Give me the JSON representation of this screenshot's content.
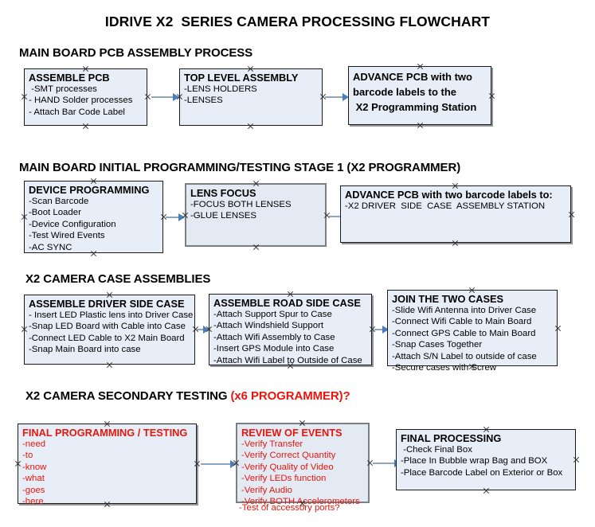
{
  "title": "IDRIVE X2  SERIES CAMERA PROCESSING FLOWCHART",
  "colors": {
    "node_fill": "#e8eef7",
    "node_border": "#1a1a1a",
    "arrow_shaft": "#8ca6be",
    "arrow_head": "#4a7ebb",
    "text": "#000000",
    "accent_red": "#e8160c"
  },
  "sections": [
    {
      "header": "MAIN BOARD PCB ASSEMBLY PROCESS",
      "header_accent": "",
      "nodes": [
        {
          "title": "ASSEMBLE PCB",
          "lines": [
            " -SMT processes",
            "- HAND Solder processes",
            "- Attach Bar Code Label"
          ]
        },
        {
          "title": "TOP LEVEL ASSEMBLY",
          "lines": [
            "-LENS HOLDERS",
            "-LENSES"
          ]
        },
        {
          "title": "ADVANCE PCB with two\nbarcode labels to the\n X2 Programming Station",
          "lines": []
        }
      ]
    },
    {
      "header": "MAIN BOARD INITIAL PROGRAMMING/TESTING STAGE 1 (X2 PROGRAMMER)",
      "header_accent": "",
      "nodes": [
        {
          "title": "DEVICE PROGRAMMING",
          "lines": [
            "-Scan Barcode",
            "-Boot Loader",
            "-Device Configuration",
            "-Test Wired Events",
            "-AC SYNC"
          ]
        },
        {
          "title": "LENS FOCUS",
          "lines": [
            "-FOCUS BOTH LENSES",
            "-GLUE LENSES"
          ]
        },
        {
          "title": "ADVANCE PCB with two barcode labels to:",
          "lines": [
            "-X2 DRIVER  SIDE  CASE  ASSEMBLY STATION"
          ]
        }
      ]
    },
    {
      "header": "X2 CAMERA CASE ASSEMBLIES",
      "header_accent": "",
      "nodes": [
        {
          "title": "ASSEMBLE DRIVER SIDE CASE",
          "lines": [
            "- Insert LED Plastic lens into Driver Case",
            "-Snap LED Board with Cable into Case",
            "-Connect LED Cable to X2 Main Board",
            "-Snap Main Board into case"
          ]
        },
        {
          "title": "ASSEMBLE ROAD SIDE CASE",
          "lines": [
            "-Attach Support Spur to Case",
            "-Attach Windshield Support",
            "-Attach Wifi Assembly to Case",
            "-Insert GPS Module into Case",
            "-Attach Wifi Label to Outside of Case"
          ]
        },
        {
          "title": "JOIN THE TWO CASES",
          "lines": [
            "-Slide Wifi Antenna into Driver Case",
            "-Connect Wifi Cable to Main Board",
            "-Connect GPS Cable to Main Board",
            "-Snap Cases Together",
            "-Attach S/N Label to outside of case",
            "-Secure cases with Screw"
          ]
        }
      ]
    },
    {
      "header": "X2 CAMERA SECONDARY TESTING ",
      "header_accent": "(x6 PROGRAMMER)?",
      "nodes": [
        {
          "title": "FINAL PROGRAMMING / TESTING",
          "lines": [
            "-need",
            "-to",
            "-know",
            "-what",
            "-goes",
            "-here"
          ]
        },
        {
          "title": "REVIEW OF EVENTS",
          "lines": [
            "-Verify Transfer",
            "-Verify Correct Quantity",
            "-Verify Quality of Video",
            "-Verify LEDs function",
            "-Verify Audio",
            "-Verify BOTH Accelerometers"
          ],
          "overflow_line": "-Test of accessory ports?"
        },
        {
          "title": "FINAL PROCESSING",
          "lines": [
            " -Check Final Box",
            "-Place In Bubble wrap Bag and BOX",
            "-Place Barcode Label on Exterior or Box"
          ]
        }
      ]
    }
  ]
}
